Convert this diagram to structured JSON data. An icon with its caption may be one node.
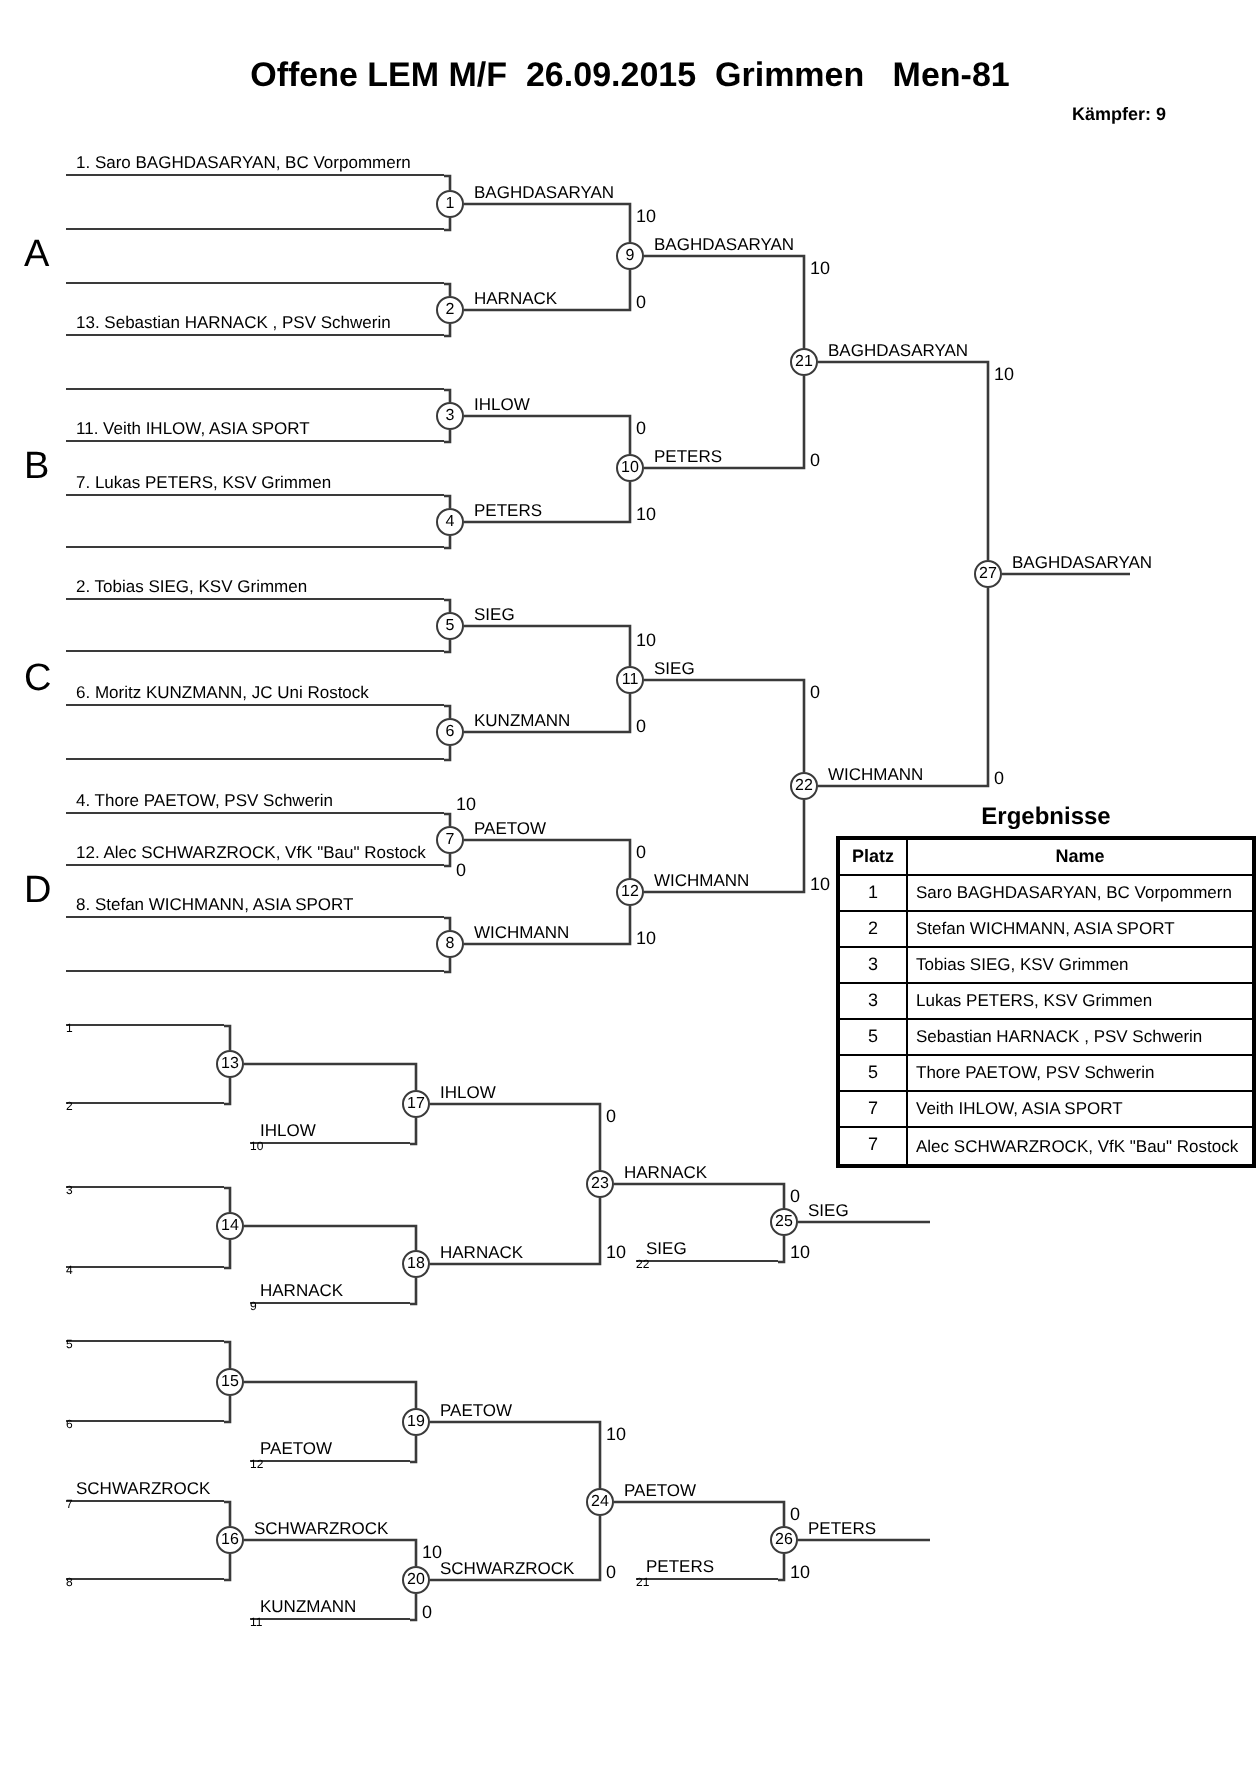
{
  "diagram": {
    "title": "Offene LEM M/F  26.09.2015  Grimmen   Men-81",
    "nodes": [
      {
        "text": [
          "1. Saro BAGHDASARYAN, BC Vorpommern"
        ]
      },
      {
        "text": [],
        "shape": "bar"
      },
      {
        "text": [
          "1"
        ]
      },
      {
        "text": [],
        "shape": "bar"
      },
      {
        "text": [
          "13. Sebastian HARNACK , PSV Schwerin"
        ]
      },
      {
        "text": [
          "2"
        ]
      },
      {
        "text": [],
        "shape": "bar"
      },
      {
        "text": [
          "11. Veith IHLOW, ASIA SPORT"
        ]
      },
      {
        "text": [
          "3"
        ]
      },
      {
        "text": [
          "7. Lukas PETERS, KSV Grimmen"
        ]
      },
      {
        "text": [],
        "shape": "bar"
      },
      {
        "text": [
          "4"
        ]
      },
      {
        "text": [
          "2. Tobias SIEG, KSV Grimmen"
        ]
      },
      {
        "text": [],
        "shape": "bar"
      },
      {
        "text": [
          "5"
        ]
      },
      {
        "text": [
          "6. Moritz KUNZMANN, JC Uni Rostock"
        ]
      },
      {
        "text": [],
        "shape": "bar"
      },
      {
        "text": [
          "6"
        ]
      },
      {
        "text": [
          "4. Thore PAETOW, PSV Schwerin"
        ]
      },
      {
        "text": [
          "12. Alec SCHWARZROCK, VfK \"Bau\" Rostock"
        ]
      },
      {
        "text": [
          "7"
        ]
      },
      {
        "text": [
          "8. Stefan WICHMANN, ASIA SPORT"
        ]
      },
      {
        "text": [],
        "shape": "bar"
      },
      {
        "text": [
          "8"
        ]
      },
      {
        "text": [
          "9"
        ]
      },
      {
        "text": [
          "10"
        ]
      },
      {
        "text": [
          "11"
        ]
      },
      {
        "text": [
          "12"
        ]
      },
      {
        "text": [
          "21"
        ]
      },
      {
        "text": [
          "22"
        ]
      },
      {
        "text": [
          "27"
        ]
      },
      {
        "text": [],
        "shape": "bar",
        "beside": [
          "1"
        ]
      },
      {
        "text": [],
        "shape": "bar",
        "beside": [
          "2"
        ]
      },
      {
        "text": [
          "13"
        ]
      },
      {
        "text": [
          "IHLOW"
        ],
        "beside": [
          "10"
        ]
      },
      {
        "text": [
          "17"
        ]
      },
      {
        "text": [],
        "shape": "bar",
        "beside": [
          "3"
        ]
      },
      {
        "text": [],
        "shape": "bar",
        "beside": [
          "4"
        ]
      },
      {
        "text": [
          "14"
        ]
      },
      {
        "text": [
          "HARNACK"
        ],
        "beside": [
          "9"
        ]
      },
      {
        "text": [
          "18"
        ]
      },
      {
        "text": [
          "23"
        ]
      },
      {
        "text": [
          "SIEG"
        ],
        "beside": [
          "22"
        ]
      },
      {
        "text": [
          "25"
        ]
      },
      {
        "text": [],
        "shape": "bar",
        "beside": [
          "5"
        ]
      },
      {
        "text": [],
        "shape": "bar",
        "beside": [
          "6"
        ]
      },
      {
        "text": [
          "15"
        ]
      },
      {
        "text": [
          "PAETOW"
        ],
        "beside": [
          "12"
        ]
      },
      {
        "text": [
          "19"
        ]
      },
      {
        "text": [
          "SCHWARZROCK"
        ],
        "beside": [
          "7"
        ]
      },
      {
        "text": [],
        "shape": "bar",
        "beside": [
          "8"
        ]
      },
      {
        "text": [
          "16"
        ]
      },
      {
        "text": [
          "KUNZMANN"
        ],
        "beside": [
          "11"
        ]
      },
      {
        "text": [
          "20"
        ]
      },
      {
        "text": [
          "24"
        ]
      },
      {
        "text": [
          "PETERS"
        ],
        "beside": [
          "21"
        ]
      },
      {
        "text": [
          "26"
        ]
      }
    ],
    "edges": [
      {
        "from": 0,
        "to": 2,
        "arrow": "none"
      },
      {
        "from": 1,
        "to": 2,
        "arrow": "none"
      },
      {
        "from": 3,
        "to": 5,
        "arrow": "none"
      },
      {
        "from": 4,
        "to": 5,
        "arrow": "none"
      },
      {
        "from": 6,
        "to": 8,
        "arrow": "none"
      },
      {
        "from": 7,
        "to": 8,
        "arrow": "none"
      },
      {
        "from": 9,
        "to": 11,
        "arrow": "none"
      },
      {
        "from": 10,
        "to": 11,
        "arrow": "none"
      },
      {
        "from": 12,
        "to": 14,
        "arrow": "none"
      },
      {
        "from": 13,
        "to": 14,
        "arrow": "none"
      },
      {
        "from": 15,
        "to": 17,
        "arrow": "none"
      },
      {
        "from": 16,
        "to": 17,
        "arrow": "none"
      },
      {
        "from": 18,
        "to": 20,
        "arrow": "none"
      },
      {
        "from": 19,
        "to": 20,
        "arrow": "none"
      },
      {
        "from": 21,
        "to": 23,
        "arrow": "none"
      },
      {
        "from": 22,
        "to": 23,
        "arrow": "none"
      },
      {
        "from": 2,
        "to": 24,
        "arrow": "none",
        "label": "BAGHDASARYAN"
      },
      {
        "from": 5,
        "to": 24,
        "arrow": "none",
        "label": "HARNACK"
      },
      {
        "from": 8,
        "to": 25,
        "arrow": "none",
        "label": "IHLOW"
      },
      {
        "from": 11,
        "to": 25,
        "arrow": "none",
        "label": "PETERS"
      },
      {
        "from": 14,
        "to": 26,
        "arrow": "none",
        "label": "SIEG"
      },
      {
        "from": 17,
        "to": 26,
        "arrow": "none",
        "label": "KUNZMANN"
      },
      {
        "from": 20,
        "to": 27,
        "arrow": "none",
        "label": "PAETOW"
      },
      {
        "from": 23,
        "to": 27,
        "arrow": "none",
        "label": "WICHMANN"
      },
      {
        "from": 24,
        "to": 28,
        "arrow": "none",
        "label": "BAGHDASARYAN"
      },
      {
        "from": 25,
        "to": 28,
        "arrow": "none",
        "label": "PETERS"
      },
      {
        "from": 26,
        "to": 29,
        "arrow": "none",
        "label": "SIEG"
      },
      {
        "from": 27,
        "to": 29,
        "arrow": "none",
        "label": "WICHMANN"
      },
      {
        "from": 28,
        "to": 30,
        "arrow": "none",
        "label": "BAGHDASARYAN"
      },
      {
        "from": 29,
        "to": 30,
        "arrow": "none",
        "label": "WICHMANN"
      },
      {
        "from": 30,
        "to": null,
        "arrow": "none",
        "label": "BAGHDASARYAN"
      },
      {
        "from": 31,
        "to": 33,
        "arrow": "none"
      },
      {
        "from": 32,
        "to": 33,
        "arrow": "none"
      },
      {
        "from": 33,
        "to": 35,
        "arrow": "none"
      },
      {
        "from": 34,
        "to": 35,
        "arrow": "none"
      },
      {
        "from": 36,
        "to": 38,
        "arrow": "none"
      },
      {
        "from": 37,
        "to": 38,
        "arrow": "none"
      },
      {
        "from": 38,
        "to": 40,
        "arrow": "none"
      },
      {
        "from": 39,
        "to": 40,
        "arrow": "none"
      },
      {
        "from": 35,
        "to": 41,
        "arrow": "none",
        "label": "IHLOW"
      },
      {
        "from": 40,
        "to": 41,
        "arrow": "none",
        "label": "HARNACK"
      },
      {
        "from": 41,
        "to": 43,
        "arrow": "none",
        "label": "HARNACK"
      },
      {
        "from": 42,
        "to": 43,
        "arrow": "none"
      },
      {
        "from": 43,
        "to": null,
        "arrow": "none",
        "label": "SIEG"
      },
      {
        "from": 44,
        "to": 46,
        "arrow": "none"
      },
      {
        "from": 45,
        "to": 46,
        "arrow": "none"
      },
      {
        "from": 46,
        "to": 48,
        "arrow": "none"
      },
      {
        "from": 47,
        "to": 48,
        "arrow": "none"
      },
      {
        "from": 49,
        "to": 51,
        "arrow": "none"
      },
      {
        "from": 50,
        "to": 51,
        "arrow": "none"
      },
      {
        "from": 51,
        "to": 53,
        "arrow": "none",
        "label": "SCHWARZROCK"
      },
      {
        "from": 52,
        "to": 53,
        "arrow": "none"
      },
      {
        "from": 48,
        "to": 54,
        "arrow": "none",
        "label": "PAETOW"
      },
      {
        "from": 53,
        "to": 54,
        "arrow": "none",
        "label": "SCHWARZROCK"
      },
      {
        "from": 54,
        "to": 56,
        "arrow": "none",
        "label": "PAETOW"
      },
      {
        "from": 55,
        "to": 56,
        "arrow": "none"
      },
      {
        "from": 56,
        "to": null,
        "arrow": "none",
        "label": "PETERS"
      }
    ],
    "labels": [
      "Kämpfer: 9",
      "A",
      "10",
      "10",
      "0",
      "10",
      "0",
      "B",
      "0",
      "10",
      "10",
      "C",
      "0",
      "0",
      "0",
      "10",
      "Ergebnisse",
      "0",
      "0",
      "D",
      "10",
      "10",
      "Platz",
      "Name",
      "1",
      "Saro BAGHDASARYAN, BC Vorpommern",
      "2",
      "Stefan WICHMANN, ASIA SPORT",
      "3",
      "Tobias SIEG, KSV Grimmen",
      "3",
      "Lukas PETERS, KSV Grimmen",
      "5",
      "Sebastian HARNACK , PSV Schwerin",
      "5",
      "Thore PAETOW, PSV Schwerin",
      "7",
      "Veith IHLOW, ASIA SPORT",
      "7",
      "Alec SCHWARZROCK, VfK \"Bau\" Rostock",
      "0",
      "0",
      "10",
      "10",
      "10",
      "0",
      "10",
      "0",
      "10",
      "0"
    ]
  }
}
